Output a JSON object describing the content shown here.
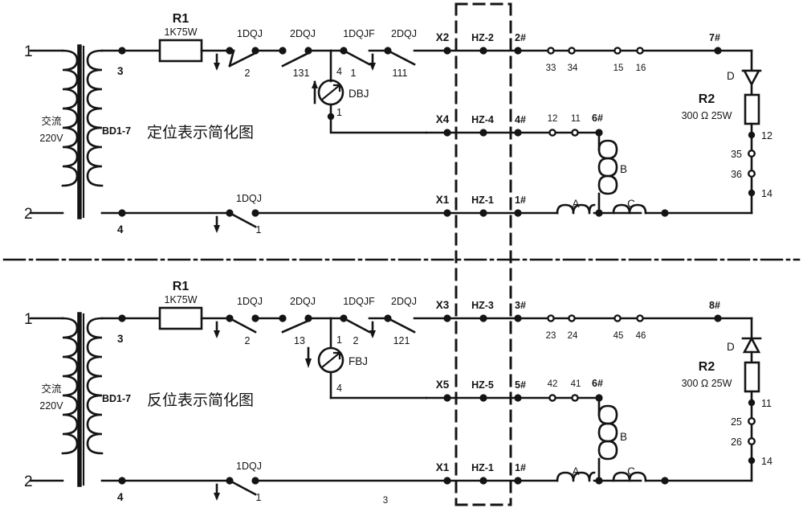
{
  "diagram": {
    "type": "electrical-schematic",
    "panels": [
      {
        "id": "top",
        "title": "定位表示简化图",
        "source": {
          "terminal_top": "1",
          "terminal_bottom": "2",
          "line1": "交流",
          "line2": "220V"
        },
        "transformer": {
          "label": "BD1-7",
          "sec_top": "3",
          "sec_bottom": "4"
        },
        "r1": {
          "name": "R1",
          "value": "1K75W"
        },
        "contacts_top": [
          {
            "name": "1DQJ",
            "num": "2"
          },
          {
            "name": "2DQJ",
            "num": "131"
          },
          {
            "name": "1DQJF",
            "num": "1"
          },
          {
            "name": "2DQJ",
            "num": "111"
          }
        ],
        "relay": {
          "name": "DBJ",
          "pin_top": "4",
          "pin_bottom": "1",
          "arrow": "up"
        },
        "contact_bottom": {
          "name": "1DQJ",
          "num": "1"
        },
        "terminals_x": [
          "X2",
          "X4",
          "X1"
        ],
        "terminals_hz": [
          "HZ-2",
          "HZ-4",
          "HZ-1"
        ],
        "terminals_hash": [
          "2#",
          "4#",
          "1#"
        ],
        "rail_top_nodes": [
          "33",
          "34",
          "15",
          "16"
        ],
        "rail_top_end": "7#",
        "rail_mid_nodes": [
          "12",
          "11"
        ],
        "rail_mid_end": "6#",
        "diode": {
          "name": "D",
          "direction": "down"
        },
        "r2": {
          "name": "R2",
          "value": "300 Ω 25W"
        },
        "right_nodes": [
          {
            "label": "12",
            "side": "right"
          },
          {
            "label": "35",
            "side": "left"
          },
          {
            "label": "36",
            "side": "left"
          },
          {
            "label": "14",
            "side": "right"
          }
        ],
        "coils": [
          "A",
          "B",
          "C"
        ]
      },
      {
        "id": "bottom",
        "title": "反位表示简化图",
        "source": {
          "terminal_top": "1",
          "terminal_bottom": "2",
          "line1": "交流",
          "line2": "220V"
        },
        "transformer": {
          "label": "BD1-7",
          "sec_top": "3",
          "sec_bottom": "4"
        },
        "r1": {
          "name": "R1",
          "value": "1K75W"
        },
        "contacts_top": [
          {
            "name": "1DQJ",
            "num": "2"
          },
          {
            "name": "2DQJ",
            "num": "13"
          },
          {
            "name": "1DQJF",
            "num": "2"
          },
          {
            "name": "2DQJ",
            "num": "121"
          }
        ],
        "relay": {
          "name": "FBJ",
          "pin_top": "1",
          "pin_bottom": "4",
          "arrow": "down"
        },
        "contact_bottom": {
          "name": "1DQJ",
          "num": "1"
        },
        "terminals_x": [
          "X3",
          "X5",
          "X1"
        ],
        "terminals_hz": [
          "HZ-3",
          "HZ-5",
          "HZ-1"
        ],
        "terminals_hash": [
          "3#",
          "5#",
          "1#"
        ],
        "rail_top_nodes": [
          "23",
          "24",
          "45",
          "46"
        ],
        "rail_top_end": "8#",
        "rail_mid_nodes": [
          "42",
          "41"
        ],
        "rail_mid_end": "6#",
        "diode": {
          "name": "D",
          "direction": "up"
        },
        "r2": {
          "name": "R2",
          "value": "300 Ω 25W"
        },
        "right_nodes": [
          {
            "label": "11",
            "side": "right"
          },
          {
            "label": "25",
            "side": "left"
          },
          {
            "label": "26",
            "side": "left"
          },
          {
            "label": "14",
            "side": "right"
          }
        ],
        "coils": [
          "A",
          "B",
          "C"
        ],
        "footer_note": "3"
      }
    ],
    "colors": {
      "ink": "#141414",
      "paper": "#ffffff"
    }
  }
}
